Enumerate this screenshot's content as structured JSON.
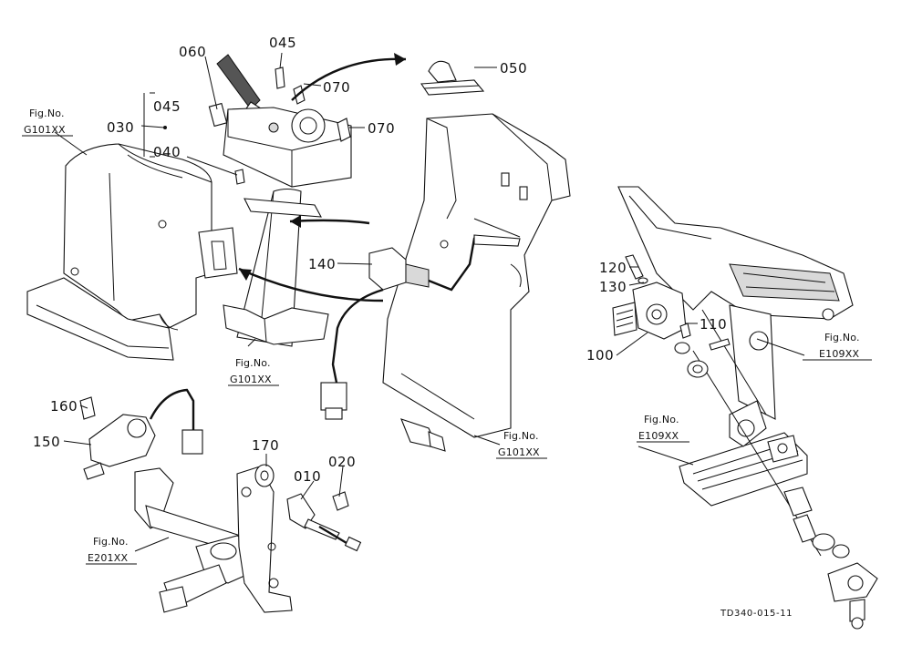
{
  "part_labels": {
    "p060": "060",
    "p045_top": "045",
    "p045_left": "045",
    "p030": "030",
    "p040": "040",
    "p070_a": "070",
    "p070_b": "070",
    "p050": "050",
    "p140": "140",
    "p120": "120",
    "p130": "130",
    "p110": "110",
    "p100": "100",
    "p160": "160",
    "p150": "150",
    "p170": "170",
    "p010": "010",
    "p020": "020"
  },
  "figure_refs": {
    "fig_no": "Fig.No.",
    "g101_left": "G101XX",
    "g101_mid": "G101XX",
    "g101_right": "G101XX",
    "e109_right": "E109XX",
    "e109_mid": "E109XX",
    "e201": "E201XX"
  },
  "drawing_code": "TD340-015-11"
}
